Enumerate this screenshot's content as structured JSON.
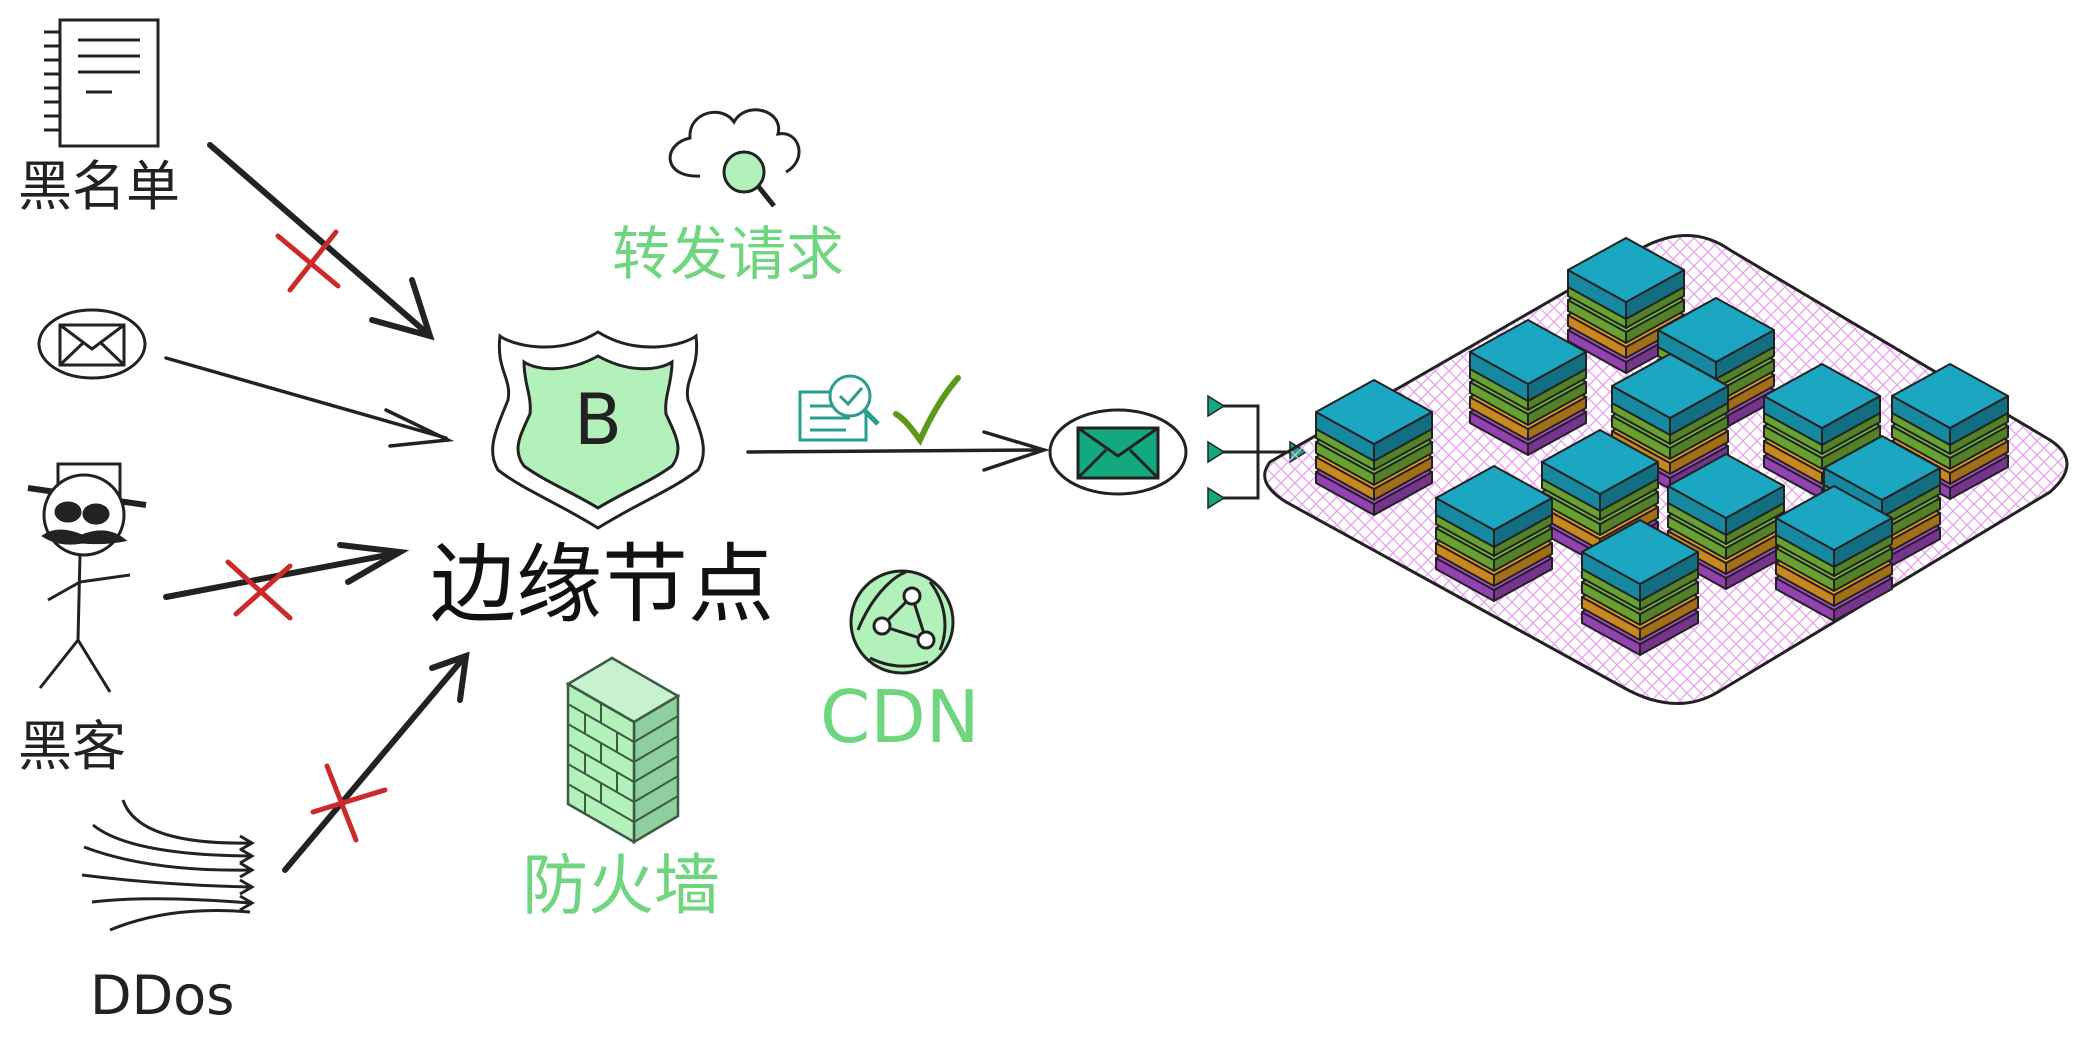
{
  "labels": {
    "blacklist": "黑名单",
    "hacker": "黑客",
    "ddos": "DDos",
    "edge_node": "边缘节点",
    "shield_letter": "B",
    "forward_request": "转发请求",
    "cdn": "CDN",
    "firewall": "防火墙"
  },
  "colors": {
    "dark": "#222222",
    "green_text": "#6fd57f",
    "blocked_x": "#cc2a2a",
    "shield_fill": "#b3f1bb",
    "checkmark": "#5a9a18",
    "teal_icon": "#2a9d8f",
    "server_top": "#1ba6c2",
    "server_green": "#7dc43a",
    "server_orange": "#f5a623",
    "server_purple": "#b44fd8",
    "pad_pattern": "#e8a6ee"
  },
  "icons": [
    "notebook-icon",
    "envelope-icon",
    "hacker-icon",
    "ddos-waves-icon",
    "shield-icon",
    "cloud-search-icon",
    "document-search-icon",
    "checkmark-icon",
    "mail-icon",
    "firewall-icon",
    "cdn-globe-icon",
    "server-cluster-icon"
  ]
}
